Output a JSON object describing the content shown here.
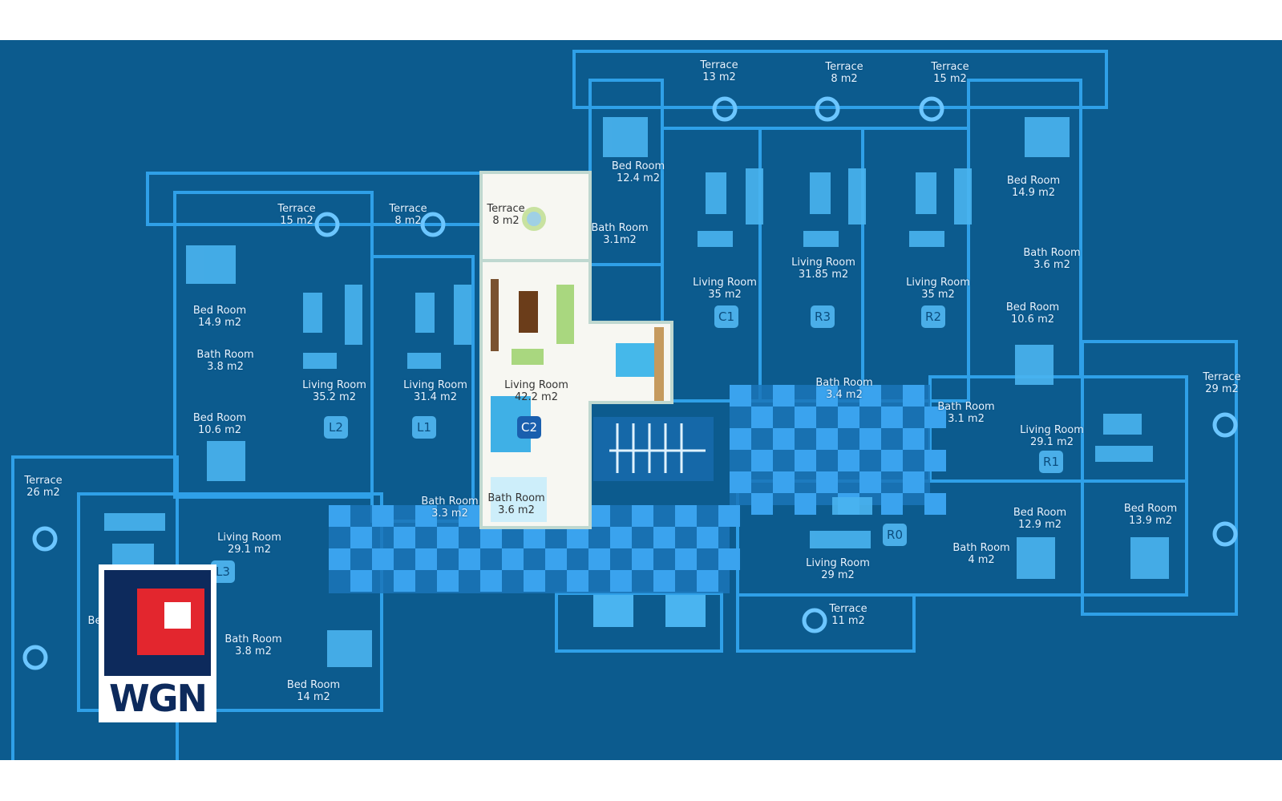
{
  "rooms": [
    {
      "name": "Terrace",
      "area": "13 m2"
    },
    {
      "name": "Terrace",
      "area": "8 m2"
    },
    {
      "name": "Terrace",
      "area": "15 m2"
    },
    {
      "name": "Bed Room",
      "area": "12.4 m2"
    },
    {
      "name": "Bed Room",
      "area": "14.9 m2"
    },
    {
      "name": "Terrace",
      "area": "15 m2"
    },
    {
      "name": "Terrace",
      "area": "8 m2"
    },
    {
      "name": "Terrace",
      "area": "8 m2"
    },
    {
      "name": "Bath Room",
      "area": "3.1m2"
    },
    {
      "name": "Bath Room",
      "area": "3.6 m2"
    },
    {
      "name": "Living Room",
      "area": "31.85 m2"
    },
    {
      "name": "Living Room",
      "area": "35  m2"
    },
    {
      "name": "Living Room",
      "area": "35 m2"
    },
    {
      "name": "Bed Room",
      "area": "10.6 m2"
    },
    {
      "name": "Bed Room",
      "area": "14.9 m2"
    },
    {
      "name": "Bath Room",
      "area": "3.8 m2"
    },
    {
      "name": "Terrace",
      "area": "29 m2"
    },
    {
      "name": "Bath Room",
      "area": "3.4 m2"
    },
    {
      "name": "Living Room",
      "area": "35.2  m2"
    },
    {
      "name": "Living Room",
      "area": "31.4  m2"
    },
    {
      "name": "Living Room",
      "area": "42.2  m2"
    },
    {
      "name": "Bath Room",
      "area": "3.1 m2"
    },
    {
      "name": "Bed Room",
      "area": "10.6 m2"
    },
    {
      "name": "Living Room",
      "area": "29.1 m2"
    },
    {
      "name": "Terrace",
      "area": "26 m2"
    },
    {
      "name": "Bath Room",
      "area": "3.3 m2"
    },
    {
      "name": "Bath Room",
      "area": "3.6 m2"
    },
    {
      "name": "Bed Room",
      "area": "12.9 m2"
    },
    {
      "name": "Bed Room",
      "area": "13.9 m2"
    },
    {
      "name": "Living Room",
      "area": "29.1 m2"
    },
    {
      "name": "Bath Room",
      "area": "4 m2"
    },
    {
      "name": "Living Room",
      "area": "29 m2"
    },
    {
      "name": "Terrace",
      "area": "11 m2"
    },
    {
      "name": "Bath Room",
      "area": "3.8 m2"
    },
    {
      "name": "Bed Room",
      "area": "14 m2"
    },
    {
      "name": "Be",
      "area": ""
    }
  ],
  "units": [
    "C1",
    "R3",
    "R2",
    "L2",
    "L1",
    "C2",
    "R1",
    "R0",
    "L3"
  ],
  "logo": {
    "text": "WGN"
  },
  "colors": {
    "background": "#0c5b8e",
    "walls": "#2fa0e8",
    "highlight": "#f7f7f2",
    "logo_navy": "#0d2a5c",
    "logo_red": "#e3262e"
  }
}
